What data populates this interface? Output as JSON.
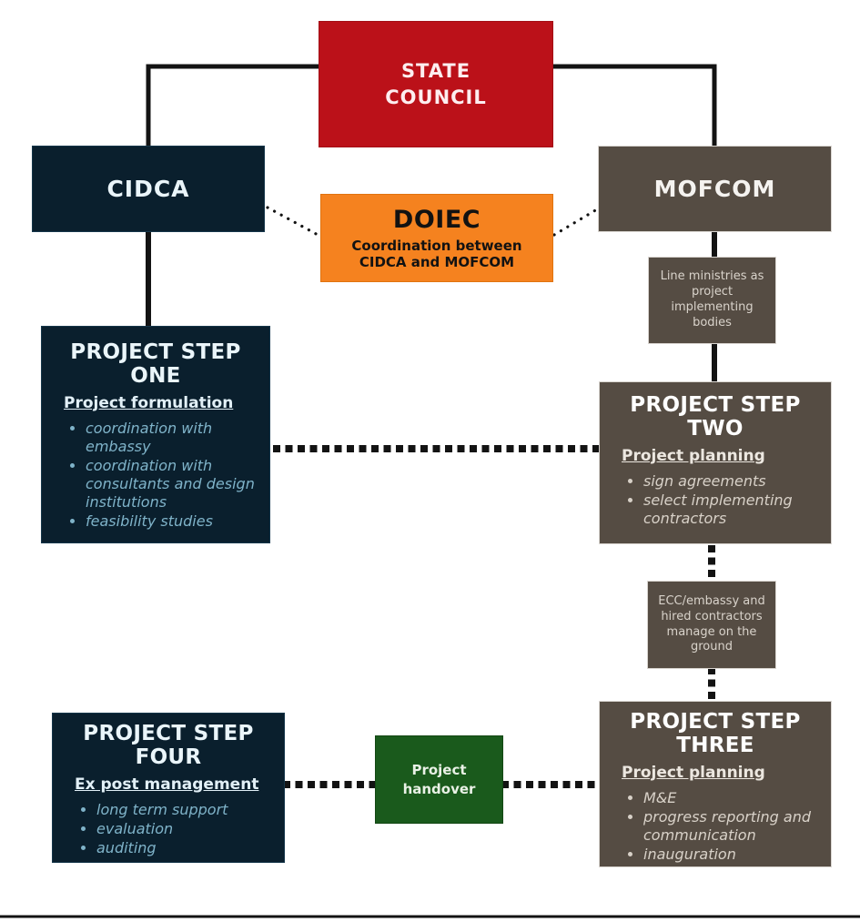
{
  "diagram": {
    "state_council": {
      "label": "STATE\nCOUNCIL"
    },
    "cidca": {
      "label": "CIDCA"
    },
    "mofcom": {
      "label": "MOFCOM"
    },
    "doiec": {
      "title": "DOIEC",
      "subtitle": "Coordination between CIDCA and MOFCOM"
    },
    "line_ministries": {
      "label": "Line ministries as project implementing bodies"
    },
    "step_one": {
      "title": "PROJECT STEP\nONE",
      "subtitle": "Project formulation",
      "bullets": [
        "coordination with embassy",
        "coordination with consultants and design institutions",
        "feasibility studies"
      ]
    },
    "step_two": {
      "title": "PROJECT STEP\nTWO",
      "subtitle": "Project planning",
      "bullets": [
        "sign agreements",
        "select implementing contractors"
      ]
    },
    "ecc": {
      "label": "ECC/embassy and hired contractors manage on the ground"
    },
    "step_three": {
      "title": "PROJECT STEP\nTHREE",
      "subtitle": "Project planning",
      "bullets": [
        "M&E",
        "progress reporting and communication",
        "inauguration"
      ]
    },
    "step_four": {
      "title": "PROJECT STEP\nFOUR",
      "subtitle": "Ex post management",
      "bullets": [
        "long term support",
        "evaluation",
        "auditing"
      ]
    },
    "handover": {
      "label": "Project handover"
    },
    "colors": {
      "red": "#BB1119",
      "navy": "#0A1F2D",
      "brown": "#554C43",
      "orange": "#F5821F",
      "green": "#1A5A1C",
      "connector": "#131313"
    }
  }
}
